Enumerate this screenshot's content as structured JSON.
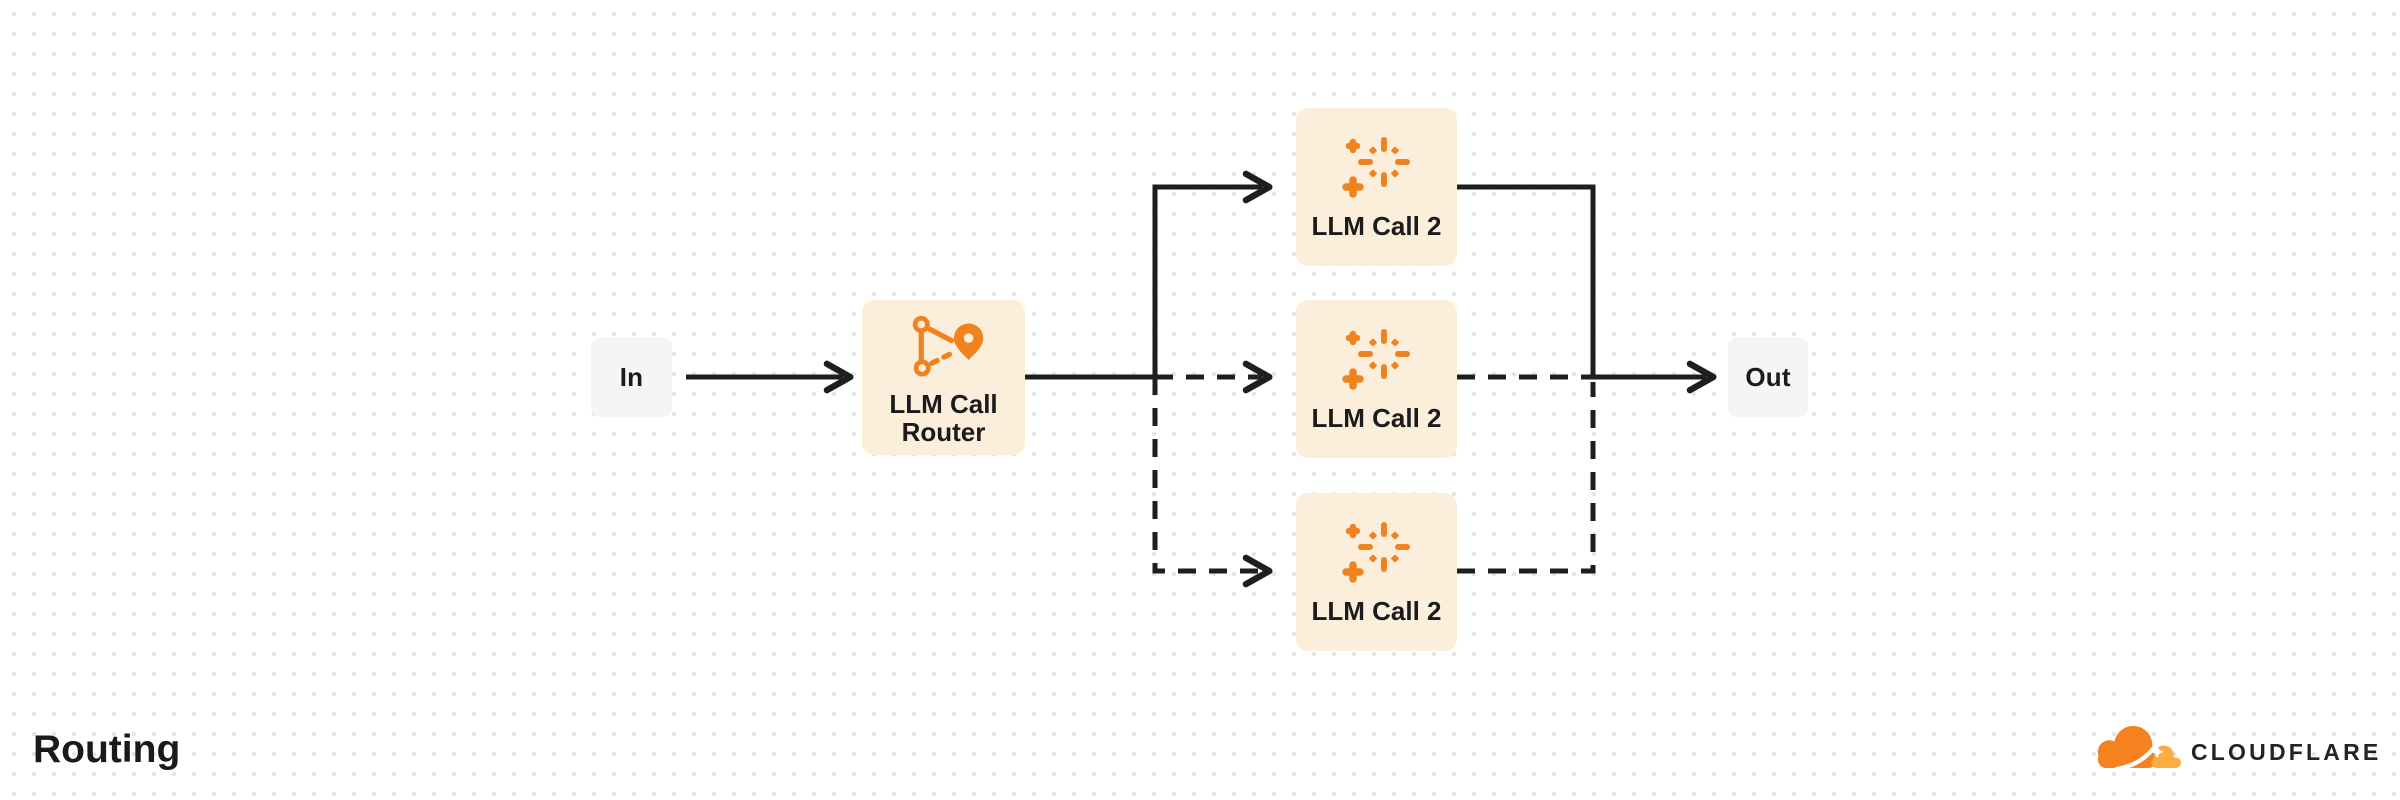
{
  "title": "Routing",
  "brand": {
    "wordmark": "CLOUDFLARE",
    "logo_icon": "cloudflare-cloud-icon"
  },
  "diagram": {
    "input": {
      "label": "In"
    },
    "router": {
      "label": "LLM Call Router",
      "icon": "route-icon"
    },
    "calls": [
      {
        "label": "LLM Call 2",
        "icon": "sparkles-icon"
      },
      {
        "label": "LLM Call 2",
        "icon": "sparkles-icon"
      },
      {
        "label": "LLM Call 2",
        "icon": "sparkles-icon"
      }
    ],
    "output": {
      "label": "Out"
    },
    "connections": [
      {
        "from": "In",
        "to": "LLM Call Router",
        "style": "solid-arrow"
      },
      {
        "from": "LLM Call Router",
        "to": "LLM Call 2 (top)",
        "style": "solid-arrow"
      },
      {
        "from": "LLM Call Router",
        "to": "LLM Call 2 (middle)",
        "style": "dashed-arrow"
      },
      {
        "from": "LLM Call Router",
        "to": "LLM Call 2 (bottom)",
        "style": "dashed-arrow"
      },
      {
        "from": "LLM Call 2 (top)",
        "to": "Out",
        "style": "solid-arrow"
      },
      {
        "from": "LLM Call 2 (middle)",
        "to": "Out",
        "style": "dashed"
      },
      {
        "from": "LLM Call 2 (bottom)",
        "to": "Out",
        "style": "dashed"
      }
    ]
  },
  "colors": {
    "accent_orange": "#F0821F",
    "accent_orange_light": "#FBAD41",
    "card_cream": "#FBEFDC",
    "io_gray": "#F5F5F6",
    "line_dark": "#1E1E1E",
    "dot_grid": "#E4E4E6",
    "text": "#1B1B1D"
  }
}
